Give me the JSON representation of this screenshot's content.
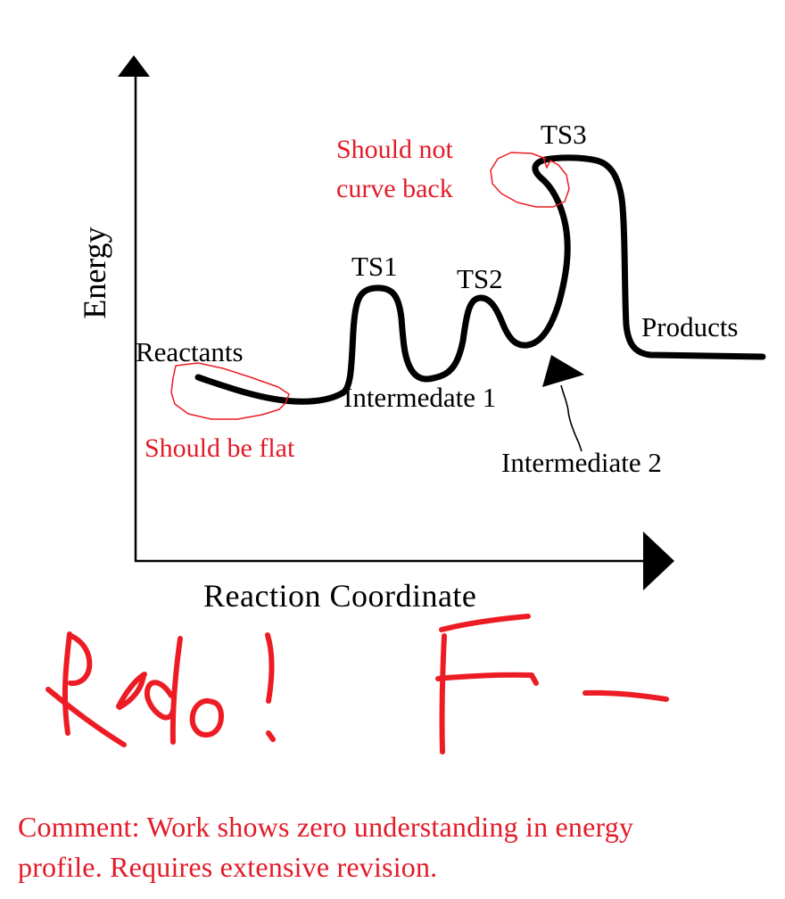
{
  "page": {
    "background": "#ffffff"
  },
  "colors": {
    "ink_black": "#000000",
    "marking_red_stroke": "#ed1c24",
    "marking_red_text": "#e21b28"
  },
  "diagram": {
    "y_axis_label": "Energy",
    "x_axis_label": "Reaction Coordinate",
    "curve_labels": {
      "reactants": "Reactants",
      "ts1": "TS1",
      "ts2": "TS2",
      "ts3": "TS3",
      "intermediate1": "Intermedate 1",
      "intermediate2": "Intermediate 2",
      "products": "Products"
    },
    "profile_sequence": [
      "Reactants",
      "TS1",
      "Intermedate 1",
      "TS2",
      "Intermediate 2",
      "TS3",
      "Products"
    ]
  },
  "grader_annotations": {
    "curve_back_note_line1": "Should not",
    "curve_back_note_line2": "curve back",
    "flat_note": "Should be flat",
    "handwritten_grade_word": "Redo!",
    "handwritten_grade_letter": "F-",
    "comment_line1": "Comment: Work shows zero understanding in energy",
    "comment_line2": "profile. Requires extensive revision."
  }
}
